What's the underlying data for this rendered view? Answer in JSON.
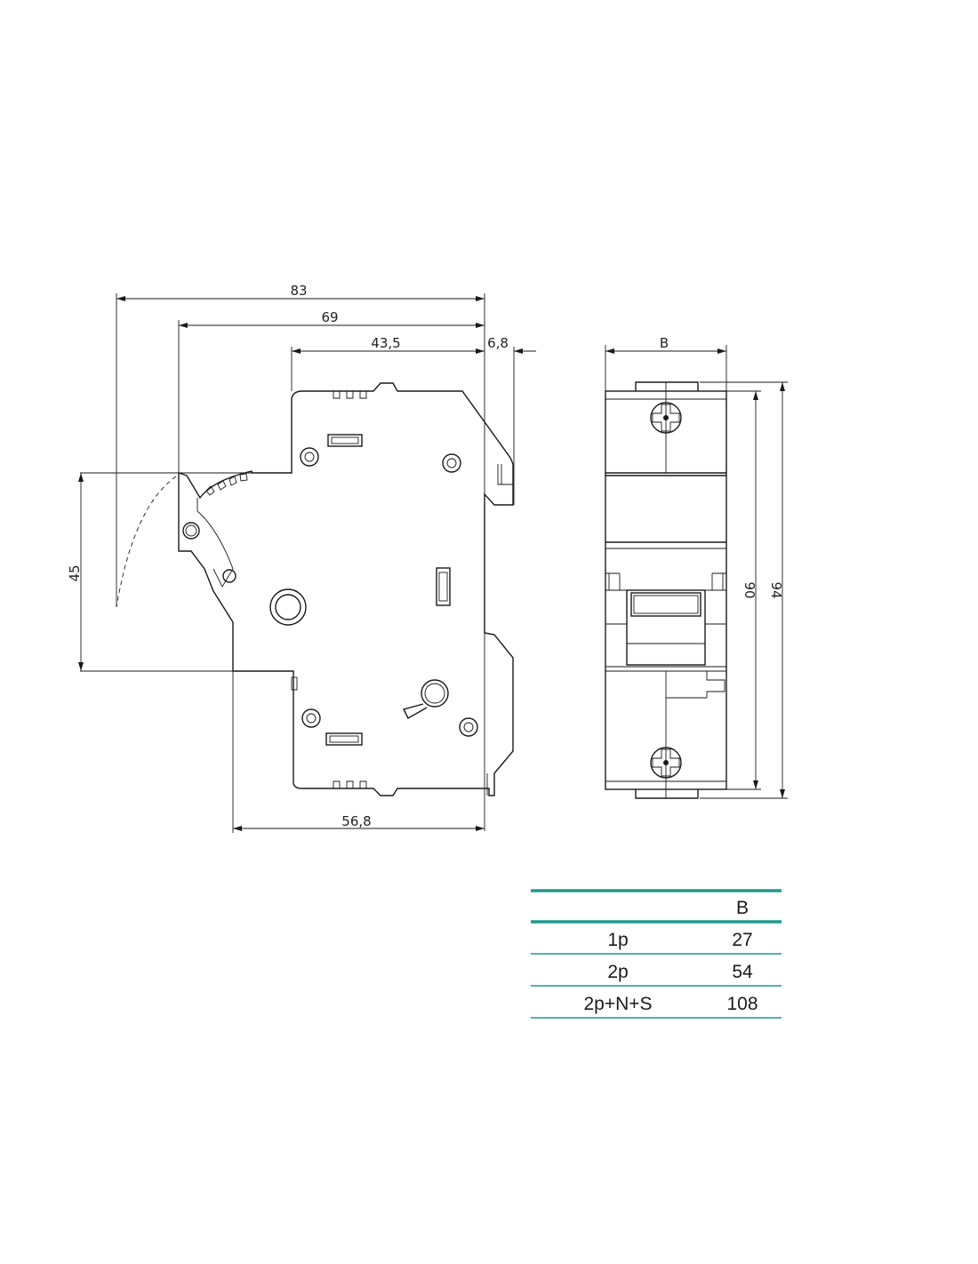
{
  "dimensions": {
    "overall_depth": "83",
    "depth_69": "69",
    "depth_43_5": "43,5",
    "rail_offset": "6,8",
    "front_height": "45",
    "base_depth": "56,8",
    "width": "B",
    "height_90": "90",
    "height_94": "94"
  },
  "table": {
    "header": [
      "",
      "B"
    ],
    "rows": [
      {
        "poles": "1p",
        "b": "27"
      },
      {
        "poles": "2p",
        "b": "54"
      },
      {
        "poles": "2p+N+S",
        "b": "108"
      }
    ]
  },
  "colors": {
    "table_rule": "#1f9a8c",
    "line": "#1a1a1a"
  }
}
